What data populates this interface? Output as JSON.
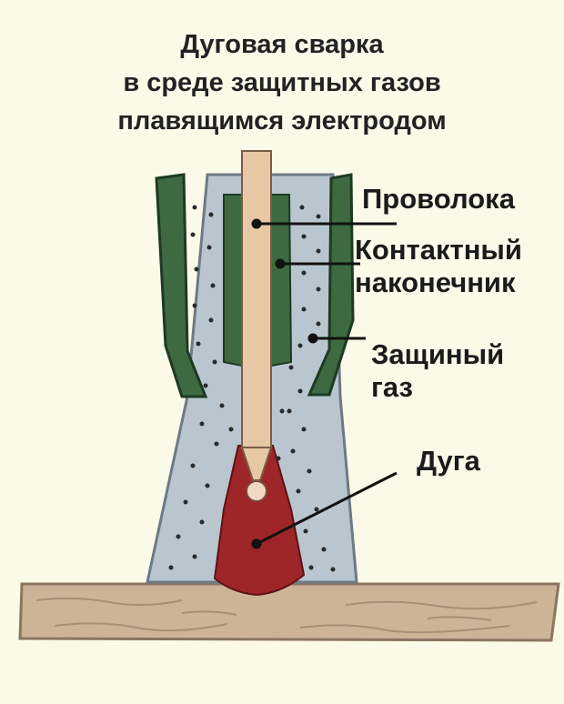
{
  "title": {
    "line1": "Дуговая сварка",
    "line2": "в среде защитных газов",
    "line3": "плавящимся электродом"
  },
  "labels": {
    "wire": "Проволока",
    "contact_tip_1": "Контактный",
    "contact_tip_2": "наконечник",
    "shield_gas_1": "Защиный",
    "shield_gas_2": "газ",
    "arc": "Дуга"
  },
  "colors": {
    "background": "#fbfae9",
    "nozzle_green": "#3d6a40",
    "gas_blue": "#b9c6cf",
    "wire": "#e8c7a5",
    "arc_red": "#9e2528",
    "workpiece": "#cdb497"
  }
}
